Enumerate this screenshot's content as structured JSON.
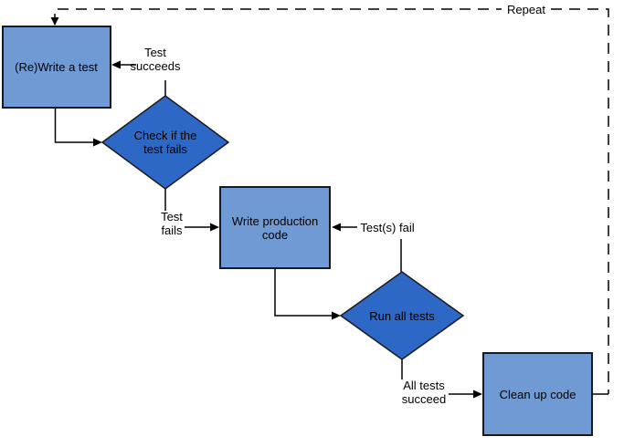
{
  "diagram": {
    "type": "flowchart",
    "nodes": {
      "write_test": {
        "label": "(Re)Write a test",
        "shape": "rectangle"
      },
      "check_fails": {
        "label": "Check if the\ntest fails",
        "shape": "diamond"
      },
      "write_code": {
        "label": "Write production\ncode",
        "shape": "rectangle"
      },
      "run_tests": {
        "label": "Run all tests",
        "shape": "diamond"
      },
      "cleanup": {
        "label": "Clean up code",
        "shape": "rectangle"
      }
    },
    "edge_labels": {
      "test_succeeds": "Test\nsucceeds",
      "test_fails": "Test\nfails",
      "tests_fail": "Test(s) fail",
      "all_tests_succeed": "All tests\nsucceed",
      "repeat": "Repeat"
    }
  },
  "colors": {
    "process_fill": "#6F9AD4",
    "decision_fill": "#2D68C6",
    "shape_border": "#1A1A1A",
    "connector": "#000000",
    "background": "#FFFFFF"
  }
}
